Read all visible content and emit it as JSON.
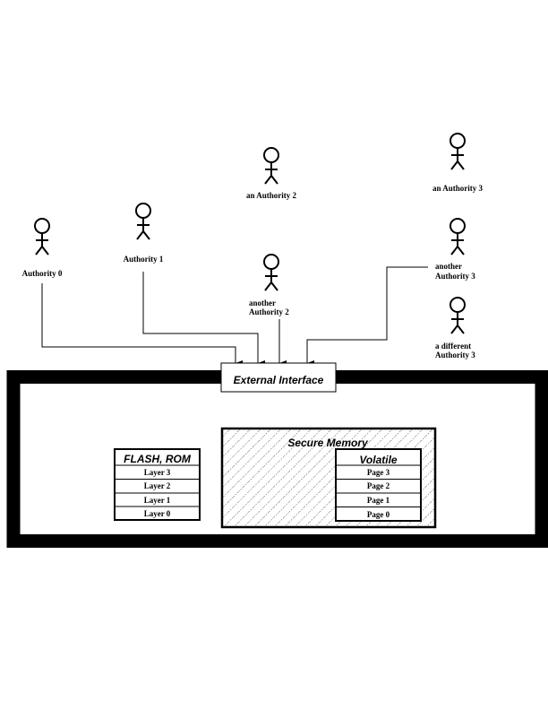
{
  "actors": [
    {
      "label_lines": [
        "Authority 0"
      ]
    },
    {
      "label_lines": [
        "Authority 1"
      ]
    },
    {
      "label_lines": [
        "an Authority 2"
      ]
    },
    {
      "label_lines": [
        "an Authority 3"
      ]
    },
    {
      "label_lines": [
        "another",
        "Authority 3"
      ]
    },
    {
      "label_lines": [
        "another",
        "Authority 2"
      ]
    },
    {
      "label_lines": [
        "a different",
        "Authority 3"
      ]
    }
  ],
  "external_interface": "External Interface",
  "flash": {
    "title": "FLASH, ROM",
    "rows": [
      "Layer 3",
      "Layer 2",
      "Layer 1",
      "Layer 0"
    ]
  },
  "secure_memory": {
    "title": "Secure Memory"
  },
  "volatile": {
    "title": "Volatile",
    "rows": [
      "Page 3",
      "Page 2",
      "Page 1",
      "Page 0"
    ]
  }
}
